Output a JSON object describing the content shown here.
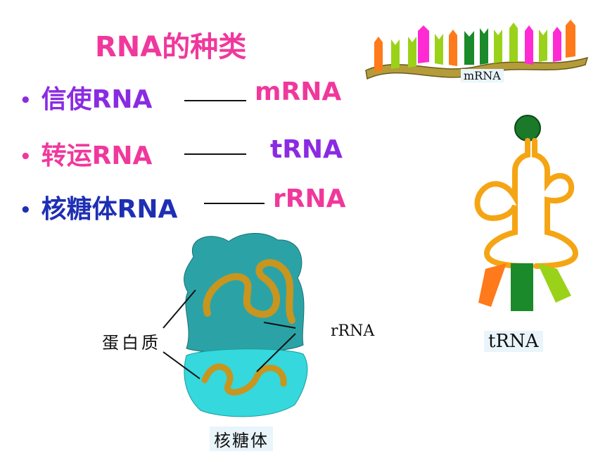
{
  "title": "RNA的种类",
  "bullet": "•",
  "rows": [
    {
      "name": "信使RNA",
      "abbr": "mRNA",
      "name_color": "#8a2be2",
      "abbr_color": "#f0389c"
    },
    {
      "name": "转运RNA",
      "abbr": "tRNA",
      "name_color": "#f0389c",
      "abbr_color": "#8a2be2"
    },
    {
      "name": "核糖体RNA",
      "abbr": "rRNA",
      "name_color": "#1e2fb4",
      "abbr_color": "#f0389c"
    }
  ],
  "figures": {
    "mrna_label": "mRNA",
    "trna_label": "tRNA",
    "ribosome_label": "核糖体",
    "protein_label": "蛋白质",
    "rrna_label": "rRNA"
  },
  "colors": {
    "ribosome_dark": "#2ba3a6",
    "ribosome_light": "#35d8dc",
    "rrna_strand": "#c8951f",
    "trna_strand": "#f5a514",
    "trna_head": "#1a7a2a",
    "mrna_backbone": "#b59c3a"
  }
}
